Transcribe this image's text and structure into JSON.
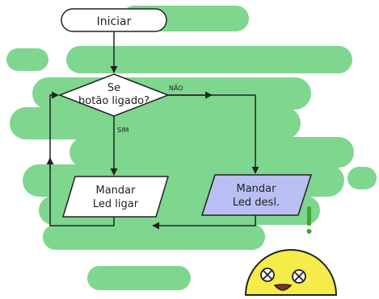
{
  "flowchart": {
    "start_label": "Iniciar",
    "decision_line1": "Se",
    "decision_line2": "botão ligado?",
    "no_label": "NÃO",
    "yes_label": "SIM",
    "action_on_line1": "Mandar",
    "action_on_line2": "Led ligar",
    "action_off_line1": "Mandar",
    "action_off_line2": "Led desl."
  },
  "colors": {
    "background_blob": "#7fd68e",
    "action_off_fill": "#b9bff2",
    "mascot_fill": "#f5ec4a",
    "exclamation": "#3aa83a"
  }
}
